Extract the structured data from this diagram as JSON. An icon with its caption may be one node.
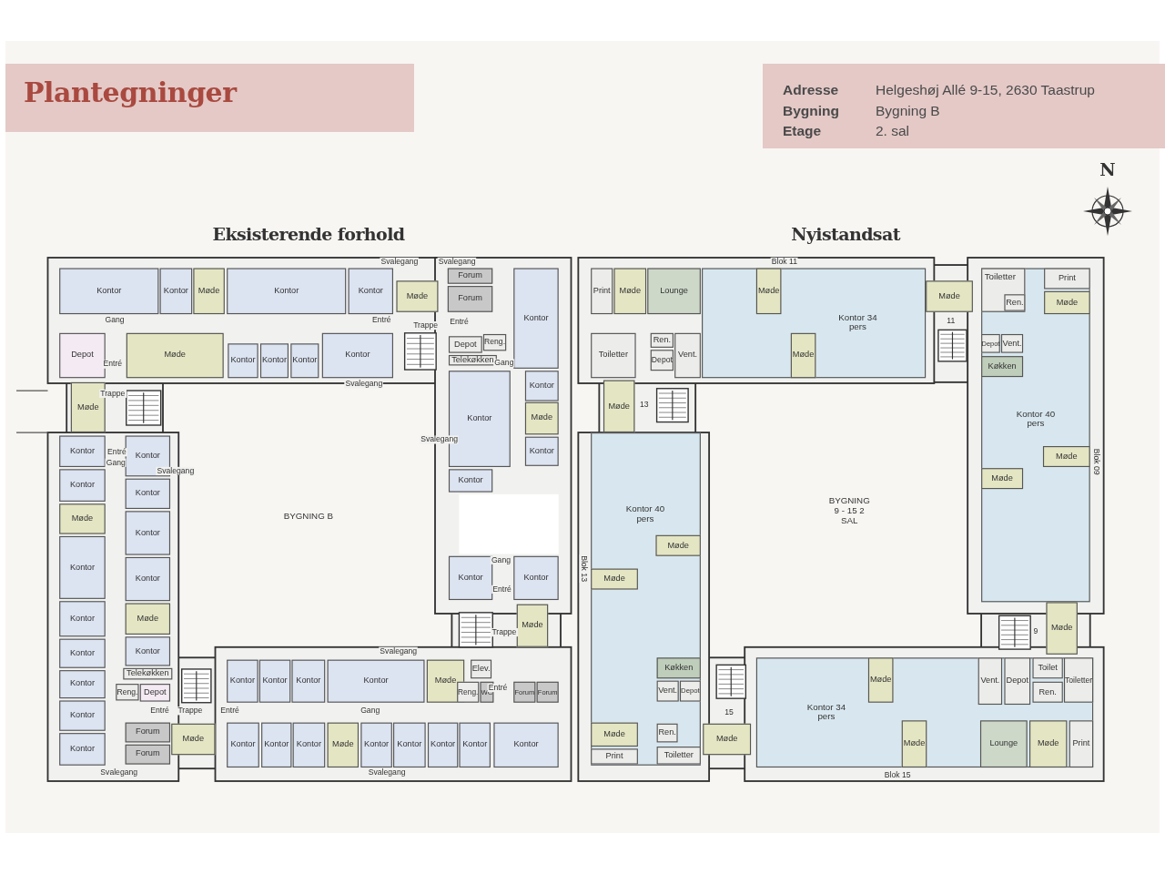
{
  "diagram": {
    "title": "Plantegninger",
    "nodes": [
      {
        "text": [
          "Kontor"
        ]
      },
      {
        "text": [
          "Kontor"
        ]
      },
      {
        "text": [
          "Møde"
        ]
      },
      {
        "text": [
          "Kontor"
        ]
      },
      {
        "text": [
          "Kontor"
        ]
      },
      {
        "text": [
          "Depot"
        ]
      },
      {
        "text": [
          "Møde"
        ]
      },
      {
        "text": [
          "Kontor"
        ]
      },
      {
        "text": [
          "Kontor"
        ]
      },
      {
        "text": [
          "Kontor"
        ]
      },
      {
        "text": [
          "Kontor"
        ]
      },
      {
        "text": [
          "Møde"
        ]
      },
      {
        "text": [
          "Forum"
        ]
      },
      {
        "text": [
          "Forum"
        ]
      },
      {
        "text": [
          "Depot"
        ]
      },
      {
        "text": [
          "Reng."
        ]
      },
      {
        "text": [
          "Telekøkken"
        ]
      },
      {
        "text": [
          "Kontor"
        ]
      },
      {
        "text": [
          "Kontor"
        ]
      },
      {
        "text": [
          "Kontor"
        ]
      },
      {
        "text": [
          "Møde"
        ]
      },
      {
        "text": [
          "Kontor"
        ]
      },
      {
        "text": [
          "Kontor"
        ]
      },
      {
        "text": [
          "Kontor"
        ]
      },
      {
        "text": [
          "Kontor"
        ]
      },
      {
        "text": [
          "Møde"
        ]
      },
      {
        "text": [
          "Kontor"
        ]
      },
      {
        "text": [
          "Kontor"
        ]
      },
      {
        "text": [
          "Kontor"
        ]
      },
      {
        "text": [
          "Kontor"
        ]
      },
      {
        "text": [
          "Møde"
        ]
      },
      {
        "text": [
          "Elev."
        ]
      },
      {
        "text": [
          "Reng."
        ]
      },
      {
        "text": [
          "WC"
        ]
      },
      {
        "text": [
          "Forum"
        ]
      },
      {
        "text": [
          "Forum"
        ]
      },
      {
        "text": [
          "Kontor"
        ]
      },
      {
        "text": [
          "Kontor"
        ]
      },
      {
        "text": [
          "Kontor"
        ]
      },
      {
        "text": [
          "Møde"
        ]
      },
      {
        "text": [
          "Kontor"
        ]
      },
      {
        "text": [
          "Kontor"
        ]
      },
      {
        "text": [
          "Kontor"
        ]
      },
      {
        "text": [
          "Kontor"
        ]
      },
      {
        "text": [
          "Kontor"
        ]
      },
      {
        "text": [
          "Møde"
        ]
      },
      {
        "text": [
          "Kontor"
        ]
      },
      {
        "text": [
          "Kontor"
        ]
      },
      {
        "text": [
          "Møde"
        ]
      },
      {
        "text": [
          "Kontor"
        ]
      },
      {
        "text": [
          "Kontor"
        ]
      },
      {
        "text": [
          "Kontor"
        ]
      },
      {
        "text": [
          "Kontor"
        ]
      },
      {
        "text": [
          "Kontor"
        ]
      },
      {
        "text": [
          "Kontor"
        ]
      },
      {
        "text": [
          "Kontor"
        ]
      },
      {
        "text": [
          "Kontor"
        ]
      },
      {
        "text": [
          "Kontor"
        ]
      },
      {
        "text": [
          "Kontor"
        ]
      },
      {
        "text": [
          "Møde"
        ]
      },
      {
        "text": [
          "Kontor"
        ]
      },
      {
        "text": [
          "Telekøkken"
        ]
      },
      {
        "text": [
          "Reng."
        ]
      },
      {
        "text": [
          "Depot"
        ]
      },
      {
        "text": [
          "Forum"
        ]
      },
      {
        "text": [
          "Forum"
        ]
      },
      {
        "text": [
          "Møde"
        ]
      },
      {
        "text": [
          "Print"
        ]
      },
      {
        "text": [
          "Møde"
        ]
      },
      {
        "text": [
          "Lounge"
        ]
      },
      {
        "text": [
          "Kontor 34 pers"
        ]
      },
      {
        "text": [
          "Møde"
        ],
        "in": 70
      },
      {
        "text": [
          "Møde"
        ],
        "in": 70
      },
      {
        "text": [
          "Toiletter"
        ]
      },
      {
        "text": [
          "Ren."
        ]
      },
      {
        "text": [
          "Depot"
        ]
      },
      {
        "text": [
          "Vent."
        ]
      },
      {
        "text": [
          "Møde"
        ]
      },
      {
        "text": [
          "Møde"
        ]
      },
      {
        "text": [
          "Kontor 40 pers"
        ]
      },
      {
        "text": [
          "Toiletter"
        ],
        "in": 79
      },
      {
        "text": [
          "Ren."
        ],
        "in": 80
      },
      {
        "text": [
          "Print"
        ],
        "in": 79
      },
      {
        "text": [
          "Møde"
        ],
        "in": 79
      },
      {
        "text": [
          "Depot"
        ],
        "in": 79
      },
      {
        "text": [
          "Vent."
        ],
        "in": 79
      },
      {
        "text": [
          "Køkken"
        ],
        "in": 79
      },
      {
        "text": [
          "Møde"
        ],
        "in": 79
      },
      {
        "text": [
          "Møde"
        ],
        "in": 79
      },
      {
        "text": [
          "Møde"
        ]
      },
      {
        "text": [
          "Kontor 40 pers"
        ]
      },
      {
        "text": [
          "Møde"
        ],
        "in": 90
      },
      {
        "text": [
          "Møde"
        ],
        "in": 90
      },
      {
        "text": [
          "Køkken"
        ],
        "in": 90
      },
      {
        "text": [
          "Vent."
        ],
        "in": 90
      },
      {
        "text": [
          "Depot"
        ],
        "in": 90
      },
      {
        "text": [
          "Møde"
        ],
        "in": 90
      },
      {
        "text": [
          "Print"
        ],
        "in": 90
      },
      {
        "text": [
          "Ren."
        ],
        "in": 90
      },
      {
        "text": [
          "Toiletter"
        ],
        "in": 90
      },
      {
        "text": [
          "Møde"
        ]
      },
      {
        "text": [
          "Kontor 34 pers"
        ]
      },
      {
        "text": [
          "Møde"
        ],
        "in": 101
      },
      {
        "text": [
          "Møde"
        ],
        "in": 101
      },
      {
        "text": [
          "Vent."
        ],
        "in": 101
      },
      {
        "text": [
          "Depot"
        ],
        "in": 101
      },
      {
        "text": [
          "Toilet"
        ],
        "in": 101
      },
      {
        "text": [
          "Ren."
        ],
        "in": 101
      },
      {
        "text": [
          "Toiletter"
        ],
        "in": 101
      },
      {
        "text": [
          "Lounge"
        ],
        "in": 101
      },
      {
        "text": [
          "Møde"
        ],
        "in": 101
      },
      {
        "text": [
          "Print"
        ],
        "in": 101
      }
    ],
    "labels": [
      "Adresse",
      "Helgeshøj Allé 9-15, 2630 Taastrup",
      "Bygning",
      "Bygning B",
      "Etage",
      "2. sal",
      "N",
      "Eksisterende forhold",
      "Nyistandsat",
      "Svalegang",
      "Svalegang",
      "Gang",
      "Entré",
      "Trappe",
      "Entré",
      "Entré",
      "Gang",
      "Svalegang",
      "Trappe",
      "Svalegang",
      "Entré",
      "Gang",
      "Svalegang",
      "BYGNING B",
      "Gang",
      "Entré",
      "Trappe",
      "Svalegang",
      "Entré",
      "Entré",
      "Trappe",
      "Entré",
      "Gang",
      "Svalegang",
      "Svalegang",
      "Blok 11",
      "11",
      "13",
      "Blok 09",
      "BYGNING 9 - 15 2 SAL",
      "Blok 13",
      "9",
      "15",
      "Blok 15"
    ]
  }
}
